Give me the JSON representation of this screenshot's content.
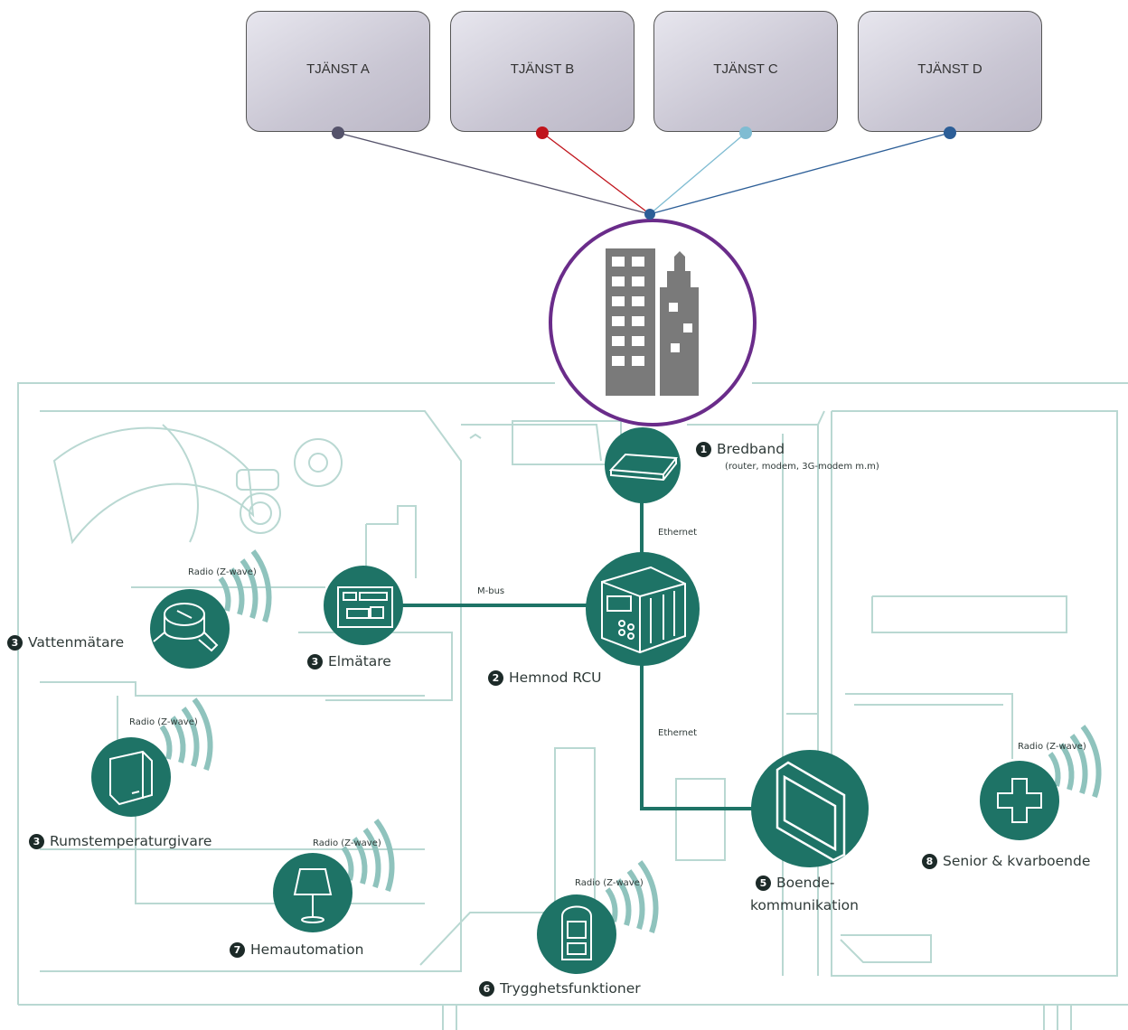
{
  "services": [
    {
      "label": "TJÄNST A",
      "color": "#55536b"
    },
    {
      "label": "TJÄNST B",
      "color": "#c0141c"
    },
    {
      "label": "TJÄNST C",
      "color": "#7fbcd2"
    },
    {
      "label": "TJÄNST D",
      "color": "#2c5e97"
    }
  ],
  "colors": {
    "device": "#1e7366",
    "wave": "#8fc3bd",
    "hub_ring": "#6a2c8a",
    "building": "#7a7a7a",
    "room_lines": "#b9d8d2"
  },
  "devices": {
    "bredband": {
      "num": "1",
      "label": "Bredband",
      "sub": "(router, modem, 3G-modem m.m)"
    },
    "rcu": {
      "num": "2",
      "label": "Hemnod RCU"
    },
    "vatten": {
      "num": "3",
      "label": "Vattenmätare"
    },
    "el": {
      "num": "3",
      "label": "Elmätare"
    },
    "rumstemp": {
      "num": "3",
      "label": "Rumstemperaturgivare"
    },
    "boende": {
      "num": "5",
      "label_line1": "Boende-",
      "label_line2": "kommunikation"
    },
    "trygghet": {
      "num": "6",
      "label": "Trygghetsfunktioner"
    },
    "hemautomation": {
      "num": "7",
      "label": "Hemautomation"
    },
    "senior": {
      "num": "8",
      "label": "Senior & kvarboende"
    }
  },
  "links": {
    "ethernet_top": "Ethernet",
    "ethernet_bottom": "Ethernet",
    "mbus": "M-bus",
    "radio": "Radio (Z-wave)"
  }
}
